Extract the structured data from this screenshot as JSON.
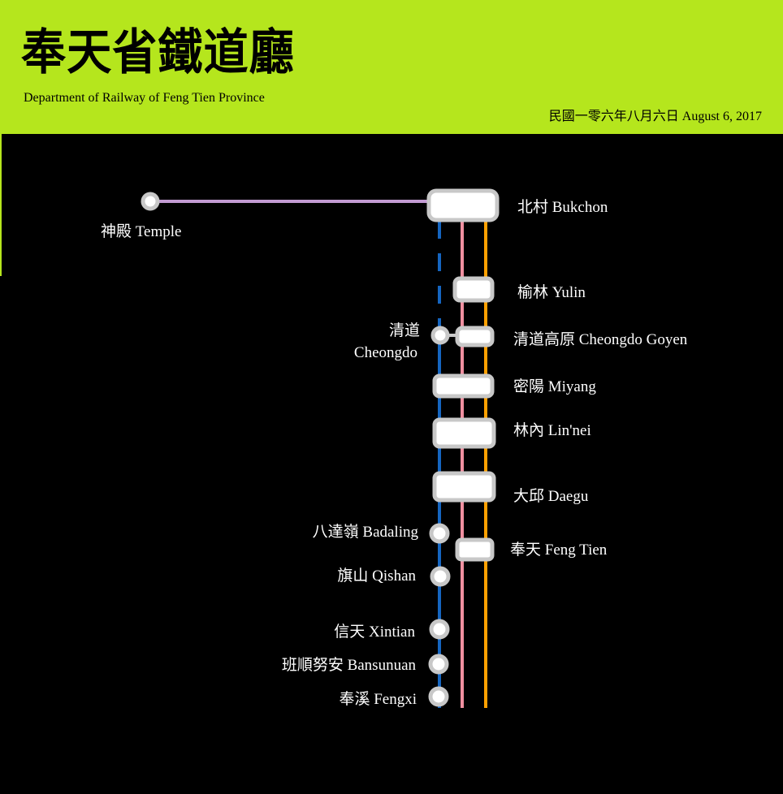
{
  "header": {
    "title": "奉天省鐵道廳",
    "subtitle": "Department of Railway of Feng Tien Province",
    "date": "民國一零六年八月六日 August 6, 2017"
  },
  "colors": {
    "header_bg": "#b5e61d",
    "line_blue": "#1565c0",
    "line_pink": "#f08fa0",
    "line_orange": "#ffa000",
    "line_purple": "#c39bd3",
    "station_border": "#c8c8c8"
  },
  "stations": {
    "temple": "神殿  Temple",
    "bukchon": "北村  Bukchon",
    "yulin": "榆林  Yulin",
    "cheongdo_zh": "清道",
    "cheongdo_en": "Cheongdo",
    "cheongdo_goyen": "清道高原  Cheongdo  Goyen",
    "miyang": "密陽  Miyang",
    "linnei": "林內  Lin'nei",
    "daegu": "大邱  Daegu",
    "fengtien": "奉天  Feng  Tien",
    "badaling": "八達嶺  Badaling",
    "qishan": "旗山  Qishan",
    "xintian": "信天  Xintian",
    "bansunuan": "班順努安  Bansunuan",
    "fengxi": "奉溪  Fengxi"
  }
}
